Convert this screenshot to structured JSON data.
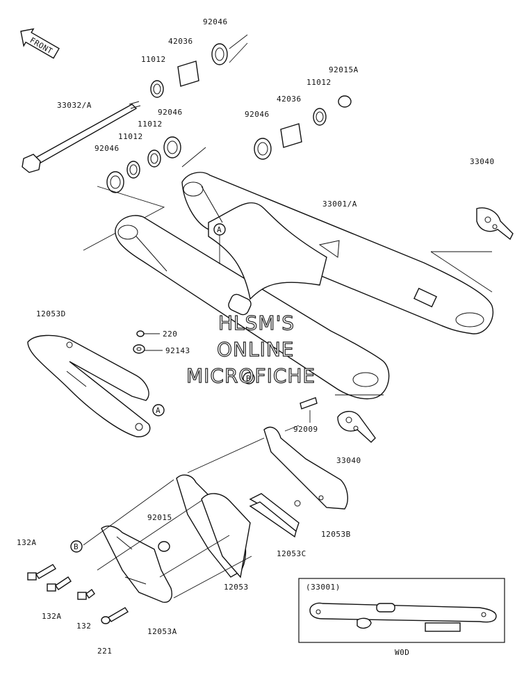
{
  "front_label": "FRONT",
  "watermark": [
    "HLSM'S",
    "ONLINE",
    "MICROFICHE"
  ],
  "callouts": {
    "a1": "A",
    "a2": "A",
    "b1": "B",
    "b2": "B"
  },
  "labels": {
    "p92046_top": "92046",
    "p42036_top": "42036",
    "p11012_top": "11012",
    "p92015A": "92015A",
    "p11012_r": "11012",
    "p42036_r": "42036",
    "p92046_r": "92046",
    "p33032A": "33032/A",
    "p92046_m": "92046",
    "p11012_m": "11012",
    "p11012_l": "11012",
    "p92046_l": "92046",
    "p33001A": "33001/A",
    "p33040_top": "33040",
    "p12053D": "12053D",
    "p220": "220",
    "p92143": "92143",
    "p92009": "92009",
    "p33040_bot": "33040",
    "p12053B": "12053B",
    "p92015": "92015",
    "p12053C": "12053C",
    "p132A_1": "132A",
    "p132A_2": "132A",
    "p132": "132",
    "p12053": "12053",
    "p12053A": "12053A",
    "p221": "221"
  },
  "inset": {
    "title": "(33001)",
    "caption": "W0D"
  }
}
